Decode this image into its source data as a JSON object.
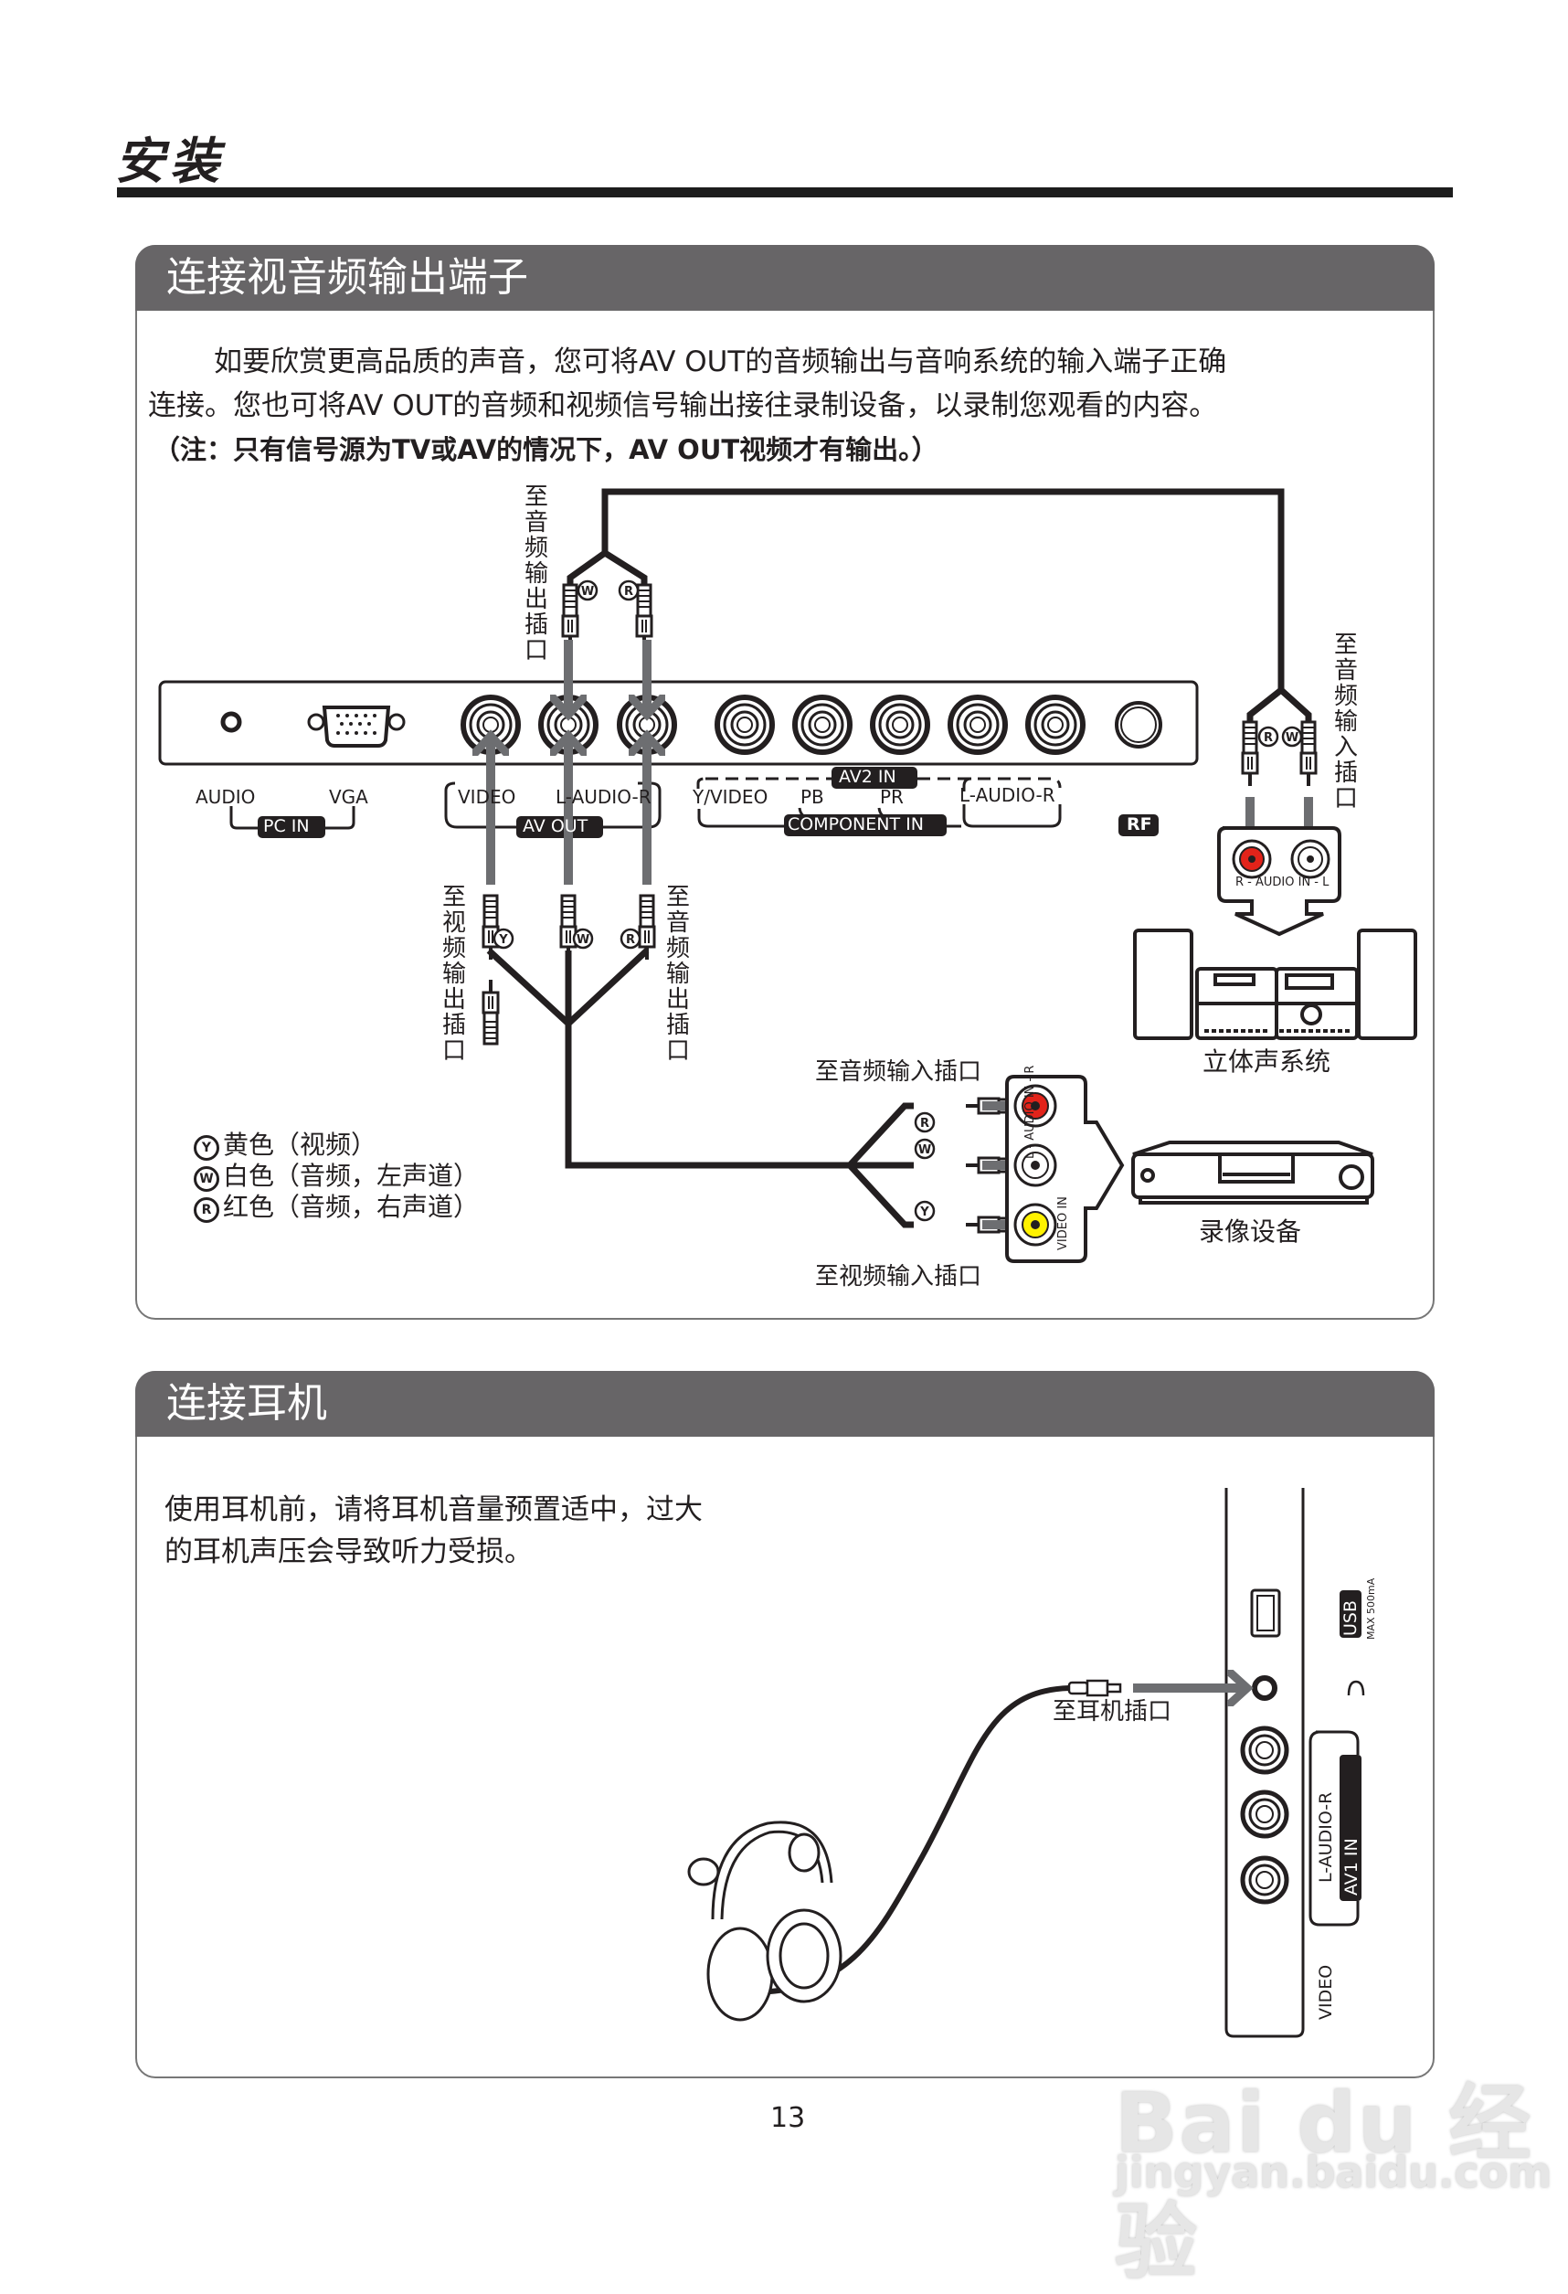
{
  "page": {
    "title": "安装",
    "page_number": "13"
  },
  "section_av": {
    "header": "连接视音频输出端子",
    "para_line1": "如要欣赏更高品质的声音，您可将AV OUT的音频输出与音响系统的输入端子正确",
    "para_line2": "连接。您也可将AV OUT的音频和视频信号输出接往录制设备，以录制您观看的内容。",
    "note": "（注：只有信号源为TV或AV的情况下，AV OUT视频才有输出。）",
    "panel_labels": {
      "audio": "AUDIO",
      "vga": "VGA",
      "pc_in": "PC IN",
      "video": "VIDEO",
      "l_audio_r": "L-AUDIO-R",
      "av_out": "AV OUT",
      "y_video": "Y/VIDEO",
      "pb": "PB",
      "pr": "PR",
      "av2_in": "AV2 IN",
      "l_audio_r_2": "L-AUDIO-R",
      "component_in": "COMPONENT IN",
      "rf": "RF"
    },
    "label_to_audio_out_top": "至音频输出插口",
    "label_to_audio_in_right": "至音频输入插口",
    "label_to_video_out": "至视频输出插口",
    "label_to_audio_out_bottom": "至音频输出插口",
    "stereo_jack_label": "R - AUDIO IN - L",
    "stereo_caption": "立体声系统",
    "recorder_audio_label": "至音频输入插口",
    "recorder_video_label": "至视频输入插口",
    "recorder_jack_audio": "L - AUDIO IN - R",
    "recorder_jack_video": "VIDEO IN",
    "recorder_caption": "录像设备",
    "plug_marks": {
      "yellow": "Y",
      "white": "W",
      "red": "R"
    },
    "legend": [
      {
        "mark": "Y",
        "text": "黄色（视频）"
      },
      {
        "mark": "W",
        "text": "白色（音频，左声道）"
      },
      {
        "mark": "R",
        "text": "红色（音频，右声道）"
      }
    ],
    "colors": {
      "red_jack": "#e2231a",
      "yellow_jack": "#fff200",
      "arrow_gray": "#6d6e71",
      "header_gray": "#676567"
    }
  },
  "section_headphone": {
    "header": "连接耳机",
    "para_line1": "使用耳机前，请将耳机音量预置适中，过大",
    "para_line2": "的耳机声压会导致听力受损。",
    "label_to_headphone_jack": "至耳机插口",
    "usb_badge": "USB",
    "usb_max": "MAX 500mA",
    "l_audio_r": "L-AUDIO-R",
    "av1_in": "AV1 IN",
    "video": "VIDEO"
  },
  "watermark": {
    "brand": "Bai du 经验",
    "url": "jingyan.baidu.com"
  }
}
